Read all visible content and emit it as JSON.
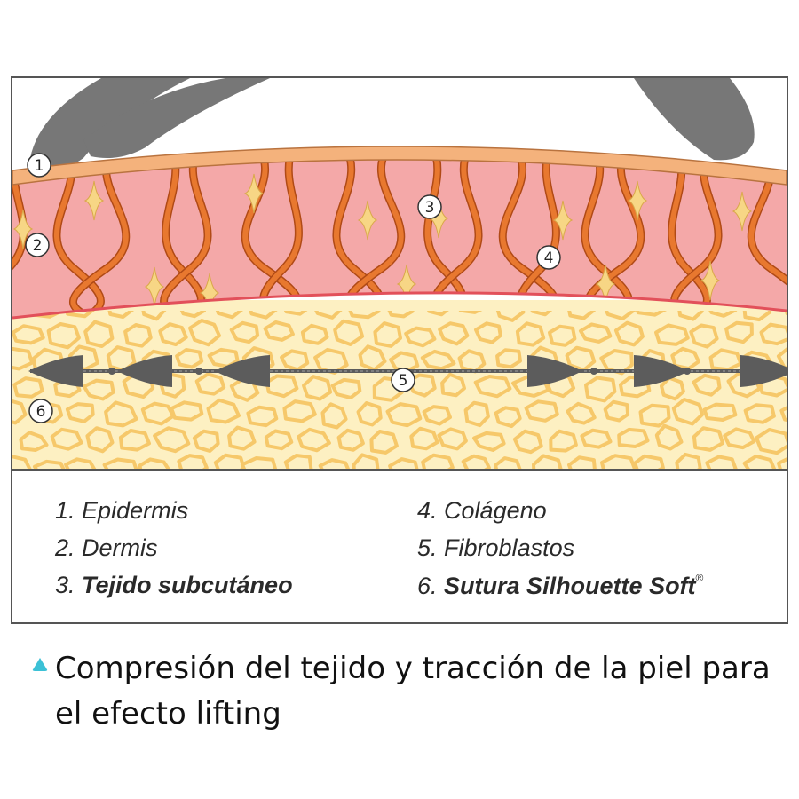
{
  "diagram": {
    "callouts": [
      "1",
      "2",
      "3",
      "4",
      "5",
      "6"
    ]
  },
  "legend": {
    "items": [
      {
        "num": "1.",
        "label": "Epidermis",
        "bold": false,
        "mark": ""
      },
      {
        "num": "2.",
        "label": "Dermis",
        "bold": false,
        "mark": ""
      },
      {
        "num": "3.",
        "label": "Tejido subcutáneo",
        "bold": true,
        "mark": ""
      },
      {
        "num": "4.",
        "label": "Colágeno",
        "bold": false,
        "mark": ""
      },
      {
        "num": "5.",
        "label": "Fibroblastos",
        "bold": false,
        "mark": ""
      },
      {
        "num": "6.",
        "label": "Sutura Silhouette Soft",
        "bold": true,
        "mark": "®"
      }
    ]
  },
  "caption": {
    "text": "Compresión del tejido y tracción de la piel para el efecto lifting"
  },
  "colors": {
    "epidermis": "#f4b27c",
    "dermis": "#f4a8a8",
    "collagen": "#e8782f",
    "fibroblast": "#f7d685",
    "fat_cell": "#fdf0c2",
    "fat_border": "#f6c86a",
    "suture": "#5c5c5c",
    "fingers": "#777777",
    "marker": "#3cc1d6"
  }
}
